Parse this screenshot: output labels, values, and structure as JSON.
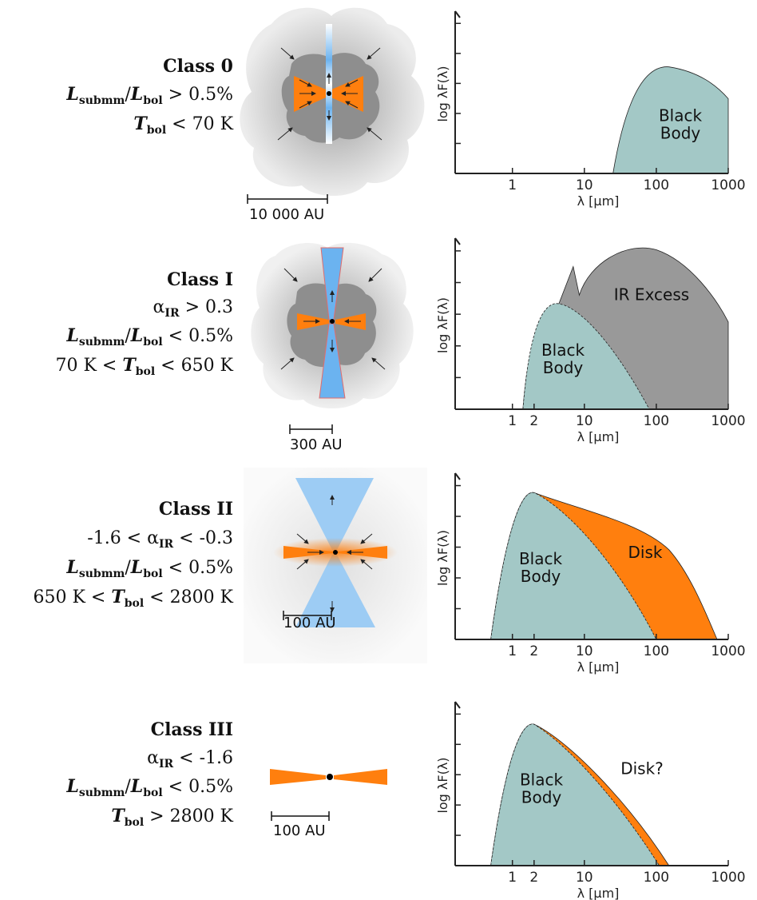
{
  "panels": [
    {
      "id": "class0",
      "title": "Class 0",
      "criteria": [
        {
          "math": "L",
          "sub": "submm",
          "mid": "/",
          "math2": "L",
          "sub2": "bol",
          "rest": " > 0.5%"
        },
        {
          "math": "T",
          "sub": "bol",
          "rest": " < 70 K"
        }
      ],
      "scale_label": "10 000 AU"
    },
    {
      "id": "class1",
      "title": "Class I",
      "criteria": [
        {
          "pre": "α",
          "sub": "IR",
          "rest": " > 0.3"
        },
        {
          "math": "L",
          "sub": "submm",
          "mid": "/",
          "math2": "L",
          "sub2": "bol",
          "rest": " < 0.5%"
        },
        {
          "pre": "70 K < ",
          "math": "T",
          "sub": "bol",
          "rest": " < 650 K"
        }
      ],
      "scale_label": "300 AU"
    },
    {
      "id": "class2",
      "title": "Class II",
      "criteria": [
        {
          "pre": "-1.6 < α",
          "sub": "IR",
          "rest": " < -0.3"
        },
        {
          "math": "L",
          "sub": "submm",
          "mid": "/",
          "math2": "L",
          "sub2": "bol",
          "rest": " < 0.5%"
        },
        {
          "pre": "650 K < ",
          "math": "T",
          "sub": "bol",
          "rest": " < 2800 K"
        }
      ],
      "scale_label": "100 AU"
    },
    {
      "id": "class3",
      "title": "Class III",
      "criteria": [
        {
          "pre": "α",
          "sub": "IR",
          "rest": " < -1.6"
        },
        {
          "math": "L",
          "sub": "submm",
          "mid": "/",
          "math2": "L",
          "sub2": "bol",
          "rest": " < 0.5%"
        },
        {
          "math": "T",
          "sub": "bol",
          "rest": " > 2800 K"
        }
      ],
      "scale_label": "100 AU"
    }
  ],
  "sed_plots": [
    {
      "id": "sed0",
      "ylabel": "log λF(λ)",
      "xlabel": "λ [μm]",
      "xticks": [
        "1",
        "10",
        "100",
        "1000"
      ],
      "regions": [
        {
          "name": "Black\nBody",
          "color": "#a3c8c6"
        }
      ]
    },
    {
      "id": "sed1",
      "ylabel": "log λF(λ)",
      "xlabel": "λ [μm]",
      "xticks": [
        "1",
        "2",
        "10",
        "100",
        "1000"
      ],
      "regions": [
        {
          "name": "Black\nBody",
          "color": "#a3c8c6"
        },
        {
          "name": "IR Excess",
          "color": "#999999"
        }
      ]
    },
    {
      "id": "sed2",
      "ylabel": "log λF(λ)",
      "xlabel": "λ [μm]",
      "xticks": [
        "1",
        "2",
        "10",
        "100",
        "1000"
      ],
      "regions": [
        {
          "name": "Black\nBody",
          "color": "#a3c8c6"
        },
        {
          "name": "Disk",
          "color": "#ff7f0e"
        }
      ]
    },
    {
      "id": "sed3",
      "ylabel": "log λF(λ)",
      "xlabel": "λ [μm]",
      "xticks": [
        "1",
        "2",
        "10",
        "100",
        "1000"
      ],
      "regions": [
        {
          "name": "Black\nBody",
          "color": "#a3c8c6"
        },
        {
          "name": "Disk?",
          "color": "#ff7f0e"
        }
      ]
    }
  ],
  "colors": {
    "blackbody": "#a3c8c6",
    "ir_excess": "#999999",
    "disk": "#ff7f0e",
    "envelope_dark": "#8a8a8a",
    "envelope_light": "#e6e6e6",
    "outflow": "#6bb3f0"
  }
}
